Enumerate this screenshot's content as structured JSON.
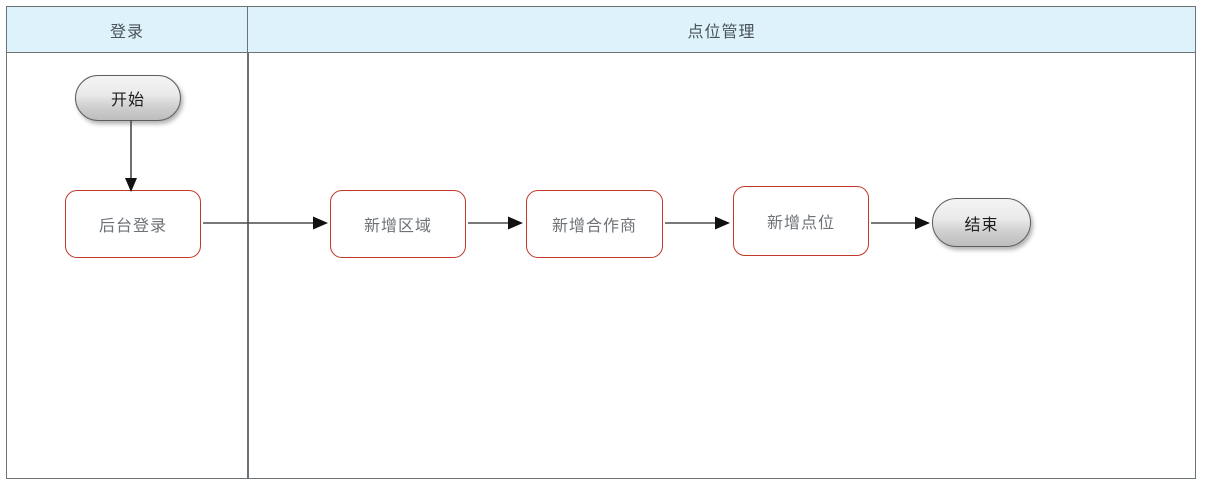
{
  "diagram": {
    "title_hidden": "",
    "lanes": [
      {
        "id": "lane-login",
        "label": "登录"
      },
      {
        "id": "lane-point-management",
        "label": "点位管理"
      }
    ],
    "nodes": [
      {
        "id": "start",
        "type": "terminator",
        "label": "开始",
        "lane": "lane-login"
      },
      {
        "id": "backend-login",
        "type": "process",
        "label": "后台登录",
        "lane": "lane-login"
      },
      {
        "id": "add-region",
        "type": "process",
        "label": "新增区域",
        "lane": "lane-point-management"
      },
      {
        "id": "add-partner",
        "type": "process",
        "label": "新增合作商",
        "lane": "lane-point-management"
      },
      {
        "id": "add-point",
        "type": "process",
        "label": "新增点位",
        "lane": "lane-point-management"
      },
      {
        "id": "end",
        "type": "terminator",
        "label": "结束",
        "lane": "lane-point-management"
      }
    ],
    "edges": [
      {
        "from": "start",
        "to": "backend-login",
        "direction": "down"
      },
      {
        "from": "backend-login",
        "to": "add-region",
        "direction": "right"
      },
      {
        "from": "add-region",
        "to": "add-partner",
        "direction": "right"
      },
      {
        "from": "add-partner",
        "to": "add-point",
        "direction": "right"
      },
      {
        "from": "add-point",
        "to": "end",
        "direction": "right"
      }
    ],
    "colors": {
      "lane_header_bg": "#ddf2fa",
      "lane_border": "#6b7376",
      "process_border": "#c0392b",
      "process_text": "#6e7276",
      "terminator_text": "#1d1d1d",
      "connector": "#4d4d4d",
      "page_bg": "#ffffff"
    }
  }
}
